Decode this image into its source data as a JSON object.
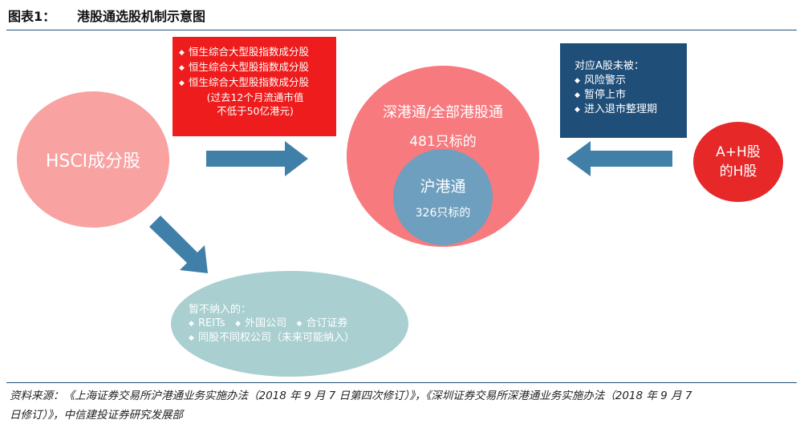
{
  "header": {
    "fig_num": "图表1：",
    "title": "港股通选股机制示意图"
  },
  "hsci": {
    "label": "HSCI成分股"
  },
  "criteria": {
    "items": [
      "恒生综合大型股指数成分股",
      "恒生综合大型股指数成分股",
      "恒生综合大型股指数成分股"
    ],
    "note_line1": "(过去12个月流通市值",
    "note_line2": "不低于50亿港元)"
  },
  "big_circle": {
    "line1": "深港通/全部港股通",
    "line2": "481只标的"
  },
  "inner_circle": {
    "line1": "沪港通",
    "line2": "326只标的"
  },
  "ah": {
    "line1": "A+H股",
    "line2": "的H股"
  },
  "a_share": {
    "title": "对应A股未被：",
    "items": [
      "风险警示",
      "暂停上市",
      "进入退市整理期"
    ]
  },
  "exclude": {
    "title": "暂不纳入的：",
    "row1": [
      "REITs",
      "外国公司",
      "合订证券"
    ],
    "row2": "同股不同权公司（未来可能纳入）"
  },
  "source": {
    "line1": "资料来源：《上海证券交易所沪港通业务实施办法（2018 年 9 月 7 日第四次修订）》，《深圳证券交易所深港通业务实施办法（2018 年 9 月 7",
    "line2": "日修订）》，中信建投证券研究发展部"
  },
  "colors": {
    "rule": "#1f4e79",
    "arrow": "#3f7fa8",
    "red": "#ee1c1c",
    "navy": "#1f4e79",
    "pink": "#f8a2a2",
    "big": "#f77a7e",
    "inner": "#6e9fbf",
    "ah": "#e62828",
    "exclude": "#a9cfd0"
  },
  "icons": {
    "bullet": "diamond-bullet-icon",
    "arrow": "arrow-right-icon"
  }
}
